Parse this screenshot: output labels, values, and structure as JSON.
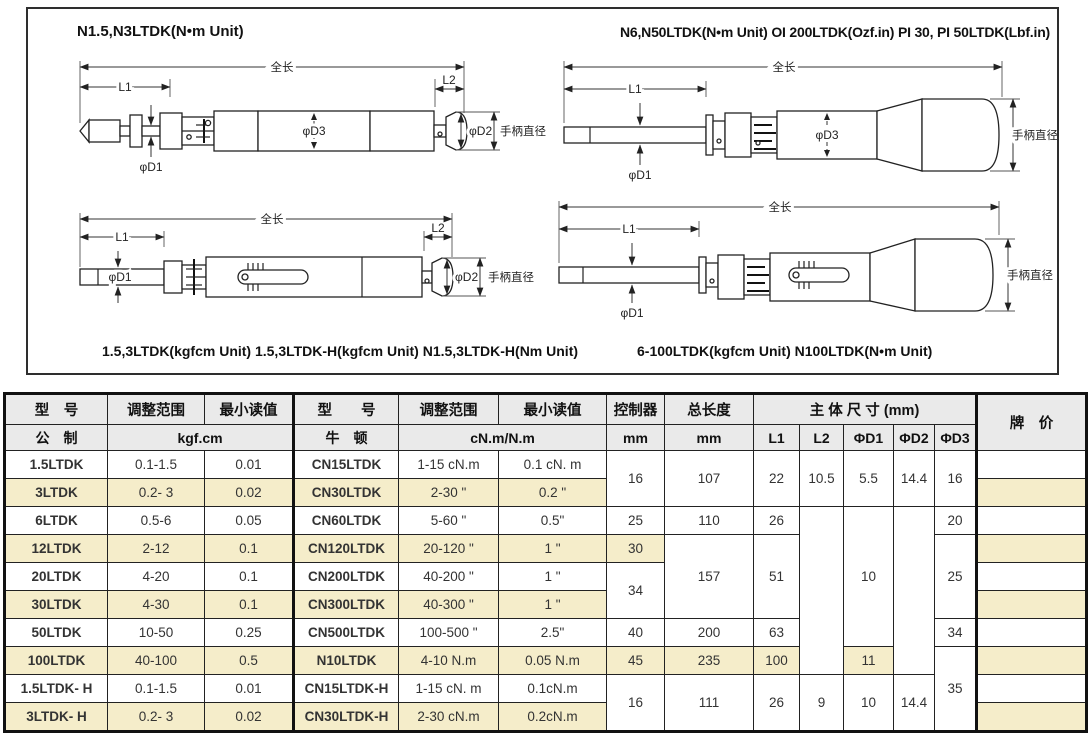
{
  "diagram_panel": {
    "top_left_title": "N1.5,N3LTDK(N•m Unit)",
    "top_right_title": "N6,N50LTDK(N•m Unit) OI 200LTDK(Ozf.in) PI 30, PI 50LTDK(Lbf.in)",
    "bottom_left_caption": "1.5,3LTDK(kgfcm Unit) 1.5,3LTDK-H(kgfcm Unit) N1.5,3LTDK-H(Nm Unit)",
    "bottom_right_caption": "6-100LTDK(kgfcm Unit) N100LTDK(N•m Unit)",
    "labels": {
      "total_length": "全长",
      "l1": "L1",
      "l2": "L2",
      "d1": "φD1",
      "d2": "φD2",
      "d3": "φD3",
      "handle_diameter": "手柄直径"
    }
  },
  "table": {
    "header": {
      "model": "型　号",
      "adjust_range": "调整范围",
      "min_reading": "最小读值",
      "model2": "型　　号",
      "adjust_range2": "调整范围",
      "min_reading2": "最小读值",
      "controller": "控制器",
      "total_length": "总长度",
      "body_dims": "主 体 尺 寸 (mm)",
      "price": "牌　价",
      "metric": "公　制",
      "kgfcm": "kgf.cm",
      "newton": "牛　顿",
      "cnm": "cN.m/N.m",
      "mm1": "mm",
      "mm2": "mm",
      "l1": "L1",
      "l2": "L2",
      "d1": "ΦD1",
      "d2": "ΦD2",
      "d3": "ΦD3"
    },
    "rows": [
      {
        "model": "1.5LTDK",
        "range": "0.1-1.5",
        "min": "0.01",
        "model2": "CN15LTDK",
        "range2": "1-15 cN.m",
        "min2": "0.1 cN. m"
      },
      {
        "model": "3LTDK",
        "range": "0.2- 3",
        "min": "0.02",
        "model2": "CN30LTDK",
        "range2": "2-30 \"",
        "min2": "0.2 \""
      },
      {
        "model": "6LTDK",
        "range": "0.5-6",
        "min": "0.05",
        "model2": "CN60LTDK",
        "range2": "5-60 \"",
        "min2": "0.5\""
      },
      {
        "model": "12LTDK",
        "range": "2-12",
        "min": "0.1",
        "model2": "CN120LTDK",
        "range2": "20-120 \"",
        "min2": "1 \""
      },
      {
        "model": "20LTDK",
        "range": "4-20",
        "min": "0.1",
        "model2": "CN200LTDK",
        "range2": "40-200 \"",
        "min2": "1 \""
      },
      {
        "model": "30LTDK",
        "range": "4-30",
        "min": "0.1",
        "model2": "CN300LTDK",
        "range2": "40-300 \"",
        "min2": "1 \""
      },
      {
        "model": "50LTDK",
        "range": "10-50",
        "min": "0.25",
        "model2": "CN500LTDK",
        "range2": "100-500 \"",
        "min2": "2.5\""
      },
      {
        "model": "100LTDK",
        "range": "40-100",
        "min": "0.5",
        "model2": "N10LTDK",
        "range2": "4-10 N.m",
        "min2": "0.05 N.m"
      },
      {
        "model": "1.5LTDK- H",
        "range": "0.1-1.5",
        "min": "0.01",
        "model2": "CN15LTDK-H",
        "range2": "1-15 cN. m",
        "min2": "0.1cN.m"
      },
      {
        "model": "3LTDK- H",
        "range": "0.2- 3",
        "min": "0.02",
        "model2": "CN30LTDK-H",
        "range2": "2-30 cN.m",
        "min2": "0.2cN.m"
      }
    ],
    "spans": {
      "ctrl_r1_2": "16",
      "ctrl_r3": "25",
      "ctrl_r4": "30",
      "ctrl_r5_6": "34",
      "ctrl_r7": "40",
      "ctrl_r8": "45",
      "ctrl_r9_10": "16",
      "len_r1_2": "107",
      "len_r3": "110",
      "len_r4_6": "157",
      "len_r7": "200",
      "len_r8": "235",
      "len_r9_10": "111",
      "l1_r1_2": "22",
      "l1_r3": "26",
      "l1_r4_6": "51",
      "l1_r7": "63",
      "l1_r8": "100",
      "l1_r9_10": "26",
      "l2_r1_2": "10.5",
      "l2_r3_8": "",
      "l2_r9_10": "9",
      "d1_r1_2": "5.5",
      "d1_r3_7": "10",
      "d1_r8": "11",
      "d1_r9_10": "10",
      "d2_r1_2": "14.4",
      "d2_r3_8": "",
      "d2_r9_10": "14.4",
      "d3_r1_2": "16",
      "d3_r3": "20",
      "d3_r4_6": "25",
      "d3_r7": "34",
      "d3_r8_10": "35"
    }
  },
  "colors": {
    "row_stripe": "#f5edca",
    "header_bg": "#eaeaea",
    "table_border": "#111111"
  }
}
